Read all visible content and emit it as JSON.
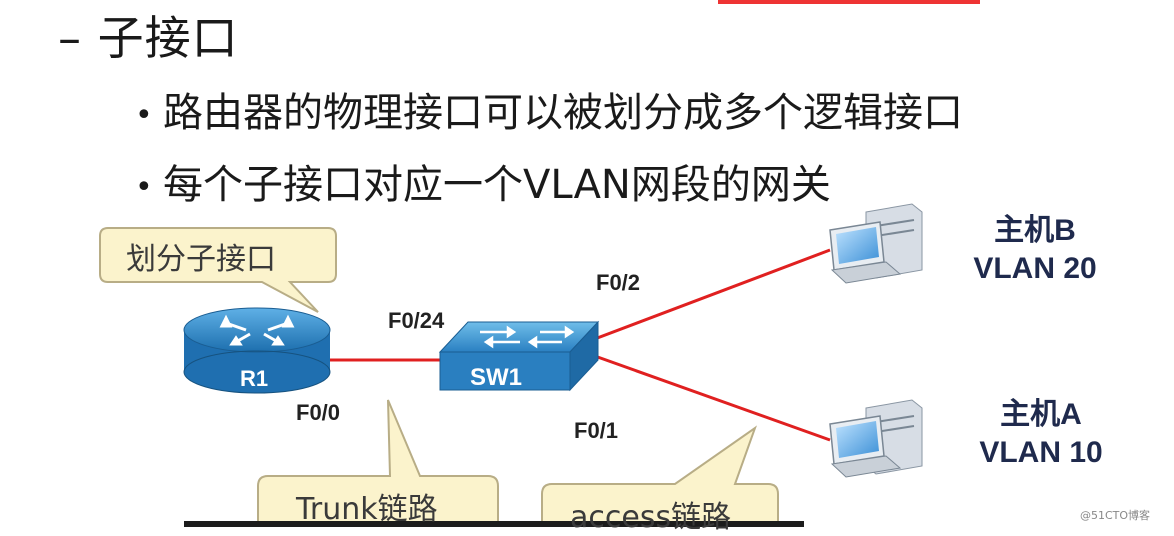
{
  "heading": "– 子接口",
  "bullets": [
    "路由器的物理接口可以被划分成多个逻辑接口",
    "每个子接口对应一个VLAN网段的网关"
  ],
  "callouts": {
    "router_note": "划分子接口",
    "trunk_note": "Trunk链路",
    "access_note": "access链路"
  },
  "devices": {
    "router_label": "R1",
    "switch_label": "SW1"
  },
  "ports": {
    "r1_f00": "F0/0",
    "sw_f024": "F0/24",
    "sw_f02": "F0/2",
    "sw_f01": "F0/1"
  },
  "hosts": {
    "host_b_name": "主机B",
    "host_b_vlan": "VLAN 20",
    "host_a_name": "主机A",
    "host_a_vlan": "VLAN 10"
  },
  "watermark": "@51CTO博客",
  "colors": {
    "link": "#e02020",
    "callout_fill": "#fbf3cc",
    "callout_stroke": "#b8ad86",
    "device_blue": "#2c7fbf",
    "host_label": "#1f2a4d"
  }
}
